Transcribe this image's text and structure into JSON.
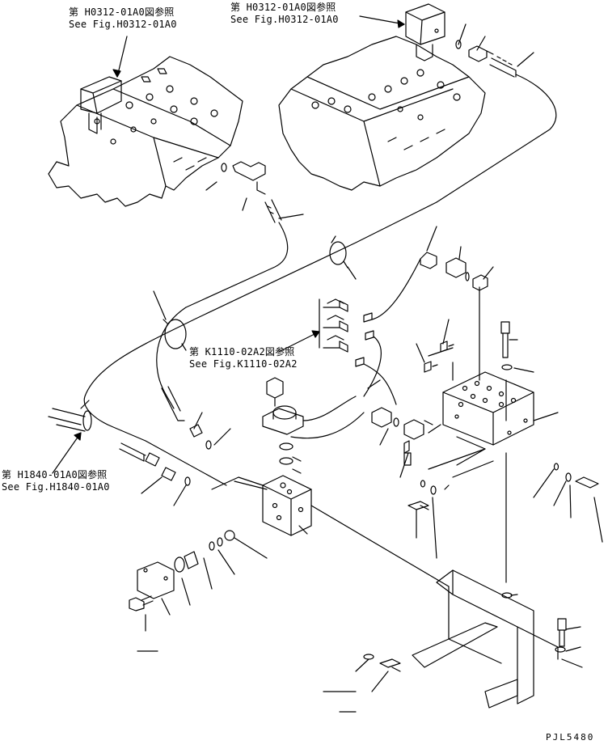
{
  "references": [
    {
      "id": "ref-h0312-left",
      "ja": "第 H0312-01A0図参照",
      "en": "See Fig.H0312-01A0"
    },
    {
      "id": "ref-h0312-right",
      "ja": "第 H0312-01A0図参照",
      "en": "See Fig.H0312-01A0"
    },
    {
      "id": "ref-k1110",
      "ja": "第 K1110-02A2図参照",
      "en": "See Fig.K1110-02A2"
    },
    {
      "id": "ref-h1840",
      "ja": "第 H1840-01A0図参照",
      "en": "See Fig.H1840-01A0"
    }
  ],
  "drawing_id": "PJL5480",
  "colors": {
    "line": "#000000",
    "background": "#ffffff"
  }
}
